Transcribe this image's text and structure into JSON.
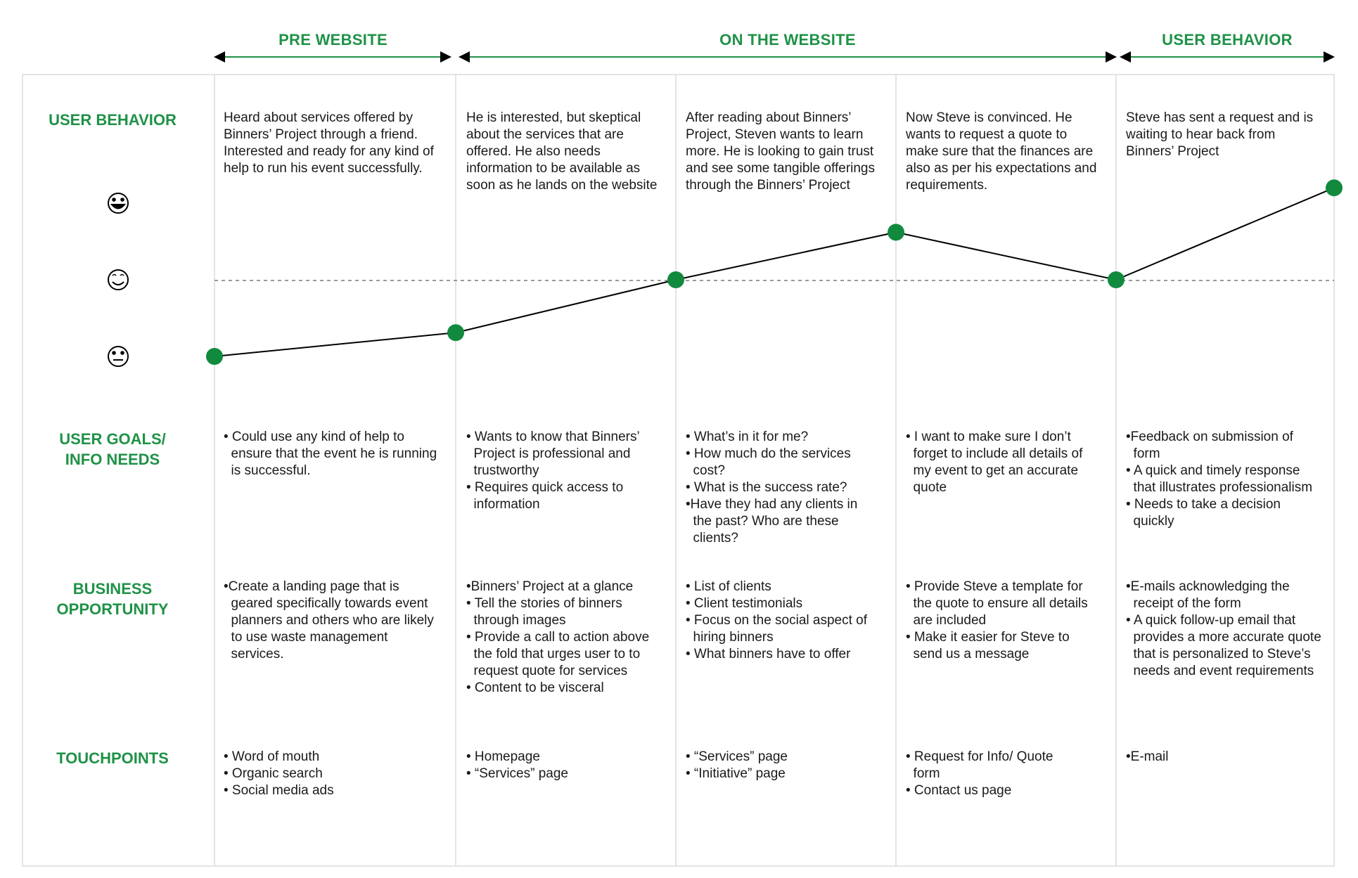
{
  "phases": [
    {
      "label": "PRE WEBSITE"
    },
    {
      "label": "ON THE WEBSITE"
    },
    {
      "label": "USER BEHAVIOR"
    }
  ],
  "rows": {
    "behavior": "USER BEHAVIOR",
    "goals_line1": "USER GOALS/",
    "goals_line2": "INFO NEEDS",
    "opportunity_line1": "BUSINESS",
    "opportunity_line2": "OPPORTUNITY",
    "touchpoints": "TOUCHPOINTS"
  },
  "emotion_scale": [
    {
      "icon": "very-happy-face-icon",
      "level": 3
    },
    {
      "icon": "happy-face-icon",
      "level": 2
    },
    {
      "icon": "neutral-face-icon",
      "level": 1
    }
  ],
  "emotion_curve": [
    1.0,
    1.31,
    2.0,
    2.62,
    2.0,
    3.2
  ],
  "colors": {
    "accent": "#1f9247",
    "dot": "#118a3e",
    "grid": "#dcdcdc",
    "dashed": "#9a9a9a"
  },
  "columns": [
    {
      "behavior": [
        "Heard about services offered by",
        "Binners’ Project through a friend.",
        "Interested and ready for any kind of",
        "help to run his event successfully."
      ],
      "goals": [
        "• Could use any kind of help to",
        "  ensure that the event he is running",
        "  is successful."
      ],
      "opportunity": [
        "•Create a landing page that is",
        "  geared specifically towards event",
        "  planners and others who are likely",
        "  to use waste management",
        "  services."
      ],
      "touchpoints": [
        "• Word of mouth",
        "• Organic search",
        "• Social media ads"
      ]
    },
    {
      "behavior": [
        "He is interested, but skeptical",
        "about the services that are",
        "offered. He also needs",
        "information to be available as",
        "soon as he lands on the website"
      ],
      "goals": [
        "• Wants to know that Binners’",
        "  Project is professional and",
        "  trustworthy",
        "• Requires quick access to",
        "  information"
      ],
      "opportunity": [
        "•Binners’ Project at a glance",
        "• Tell the stories of binners",
        "  through images",
        "• Provide a call to action above",
        "  the fold that urges user to to",
        "  request quote for services",
        "• Content to be visceral"
      ],
      "touchpoints": [
        "• Homepage",
        "• “Services” page"
      ]
    },
    {
      "behavior": [
        "After reading about Binners’",
        "Project, Steven wants to learn",
        "more. He is looking to gain trust",
        "and see some tangible offerings",
        "through the Binners’ Project"
      ],
      "goals": [
        "• What’s in it for me?",
        "• How much do the services",
        "  cost?",
        "• What is the success rate?",
        "•Have they had any clients in",
        "  the past? Who are these",
        "  clients?"
      ],
      "opportunity": [
        "• List of clients",
        "• Client testimonials",
        "• Focus on the social aspect of",
        "  hiring binners",
        "• What binners have to offer"
      ],
      "touchpoints": [
        "• “Services” page",
        "• “Initiative” page"
      ]
    },
    {
      "behavior": [
        "Now Steve is convinced. He",
        "wants to request a quote to",
        "make sure that the finances are",
        "also as per his expectations and",
        "requirements."
      ],
      "goals": [
        "• I want to make sure I don’t",
        "  forget to include all details of",
        "  my event to get an accurate",
        "  quote"
      ],
      "opportunity": [
        "• Provide Steve a template for",
        "  the quote to ensure all details",
        "  are included",
        "• Make it easier for Steve to",
        "  send us a message"
      ],
      "touchpoints": [
        "• Request for Info/ Quote",
        "  form",
        "• Contact us page"
      ]
    },
    {
      "behavior": [
        "Steve has sent a request and is",
        "waiting to hear back from",
        "Binners’ Project"
      ],
      "goals": [
        "•Feedback on submission of",
        "  form",
        "• A quick and timely response",
        "  that illustrates professionalism",
        "• Needs to take a decision",
        "  quickly"
      ],
      "opportunity": [
        "•E-mails acknowledging the",
        "  receipt of the form",
        "• A quick follow-up email that",
        "  provides a more accurate quote",
        "  that is personalized to Steve’s",
        "  needs and event requirements"
      ],
      "touchpoints": [
        "•E-mail"
      ]
    }
  ]
}
